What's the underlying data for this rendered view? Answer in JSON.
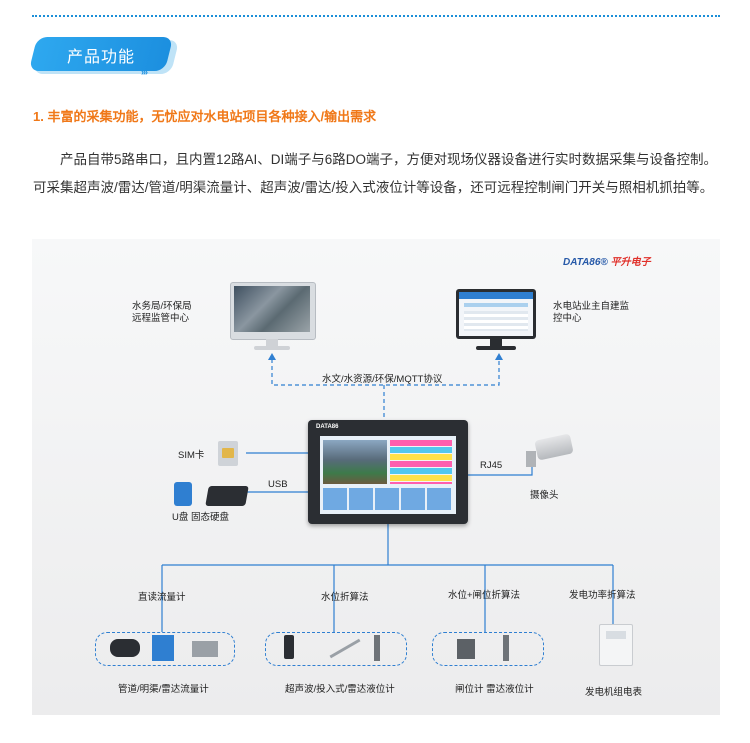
{
  "section": {
    "badge_label": "产品功能",
    "badge_arrows": "›››"
  },
  "heading": "1. 丰富的采集功能，无忧应对水电站项目各种接入/输出需求",
  "paragraph": "产品自带5路串口，且内置12路AI、DI端子与6路DO端子，方便对现场仪器设备进行实时数据采集与设备控制。可采集超声波/雷达/管道/明渠流量计、超声波/雷达/投入式液位计等设备，还可远程控制闸门开关与照相机抓拍等。",
  "diagram": {
    "brand_en": "DATA86",
    "brand_cn": "平升电子",
    "monitor_left_label": "水务局/环保局\n远程监管中心",
    "monitor_right_label": "水电站业主自建监\n控中心",
    "protocol_label": "水文/水资源/环保/MQTT协议",
    "sim_label": "SIM卡",
    "usb_label": "USB",
    "storage_label": "U盘 固态硬盘",
    "rj45_label": "RJ45",
    "camera_label": "摄像头",
    "panel_brand": "DATA86",
    "branches": [
      {
        "title": "直读流量计",
        "caption": "管道/明渠/雷达流量计"
      },
      {
        "title": "水位折算法",
        "caption": "超声波/投入式/雷达液位计"
      },
      {
        "title": "水位+闸位折算法",
        "caption": "闸位计 雷达液位计"
      },
      {
        "title": "发电功率折算法",
        "caption": "发电机组电表"
      }
    ]
  },
  "colors": {
    "accent_blue": "#1c8fdf",
    "heading_orange": "#f07818",
    "brand_blue": "#2659a8",
    "brand_red": "#e0302a",
    "line_blue": "#2f7fd1"
  }
}
